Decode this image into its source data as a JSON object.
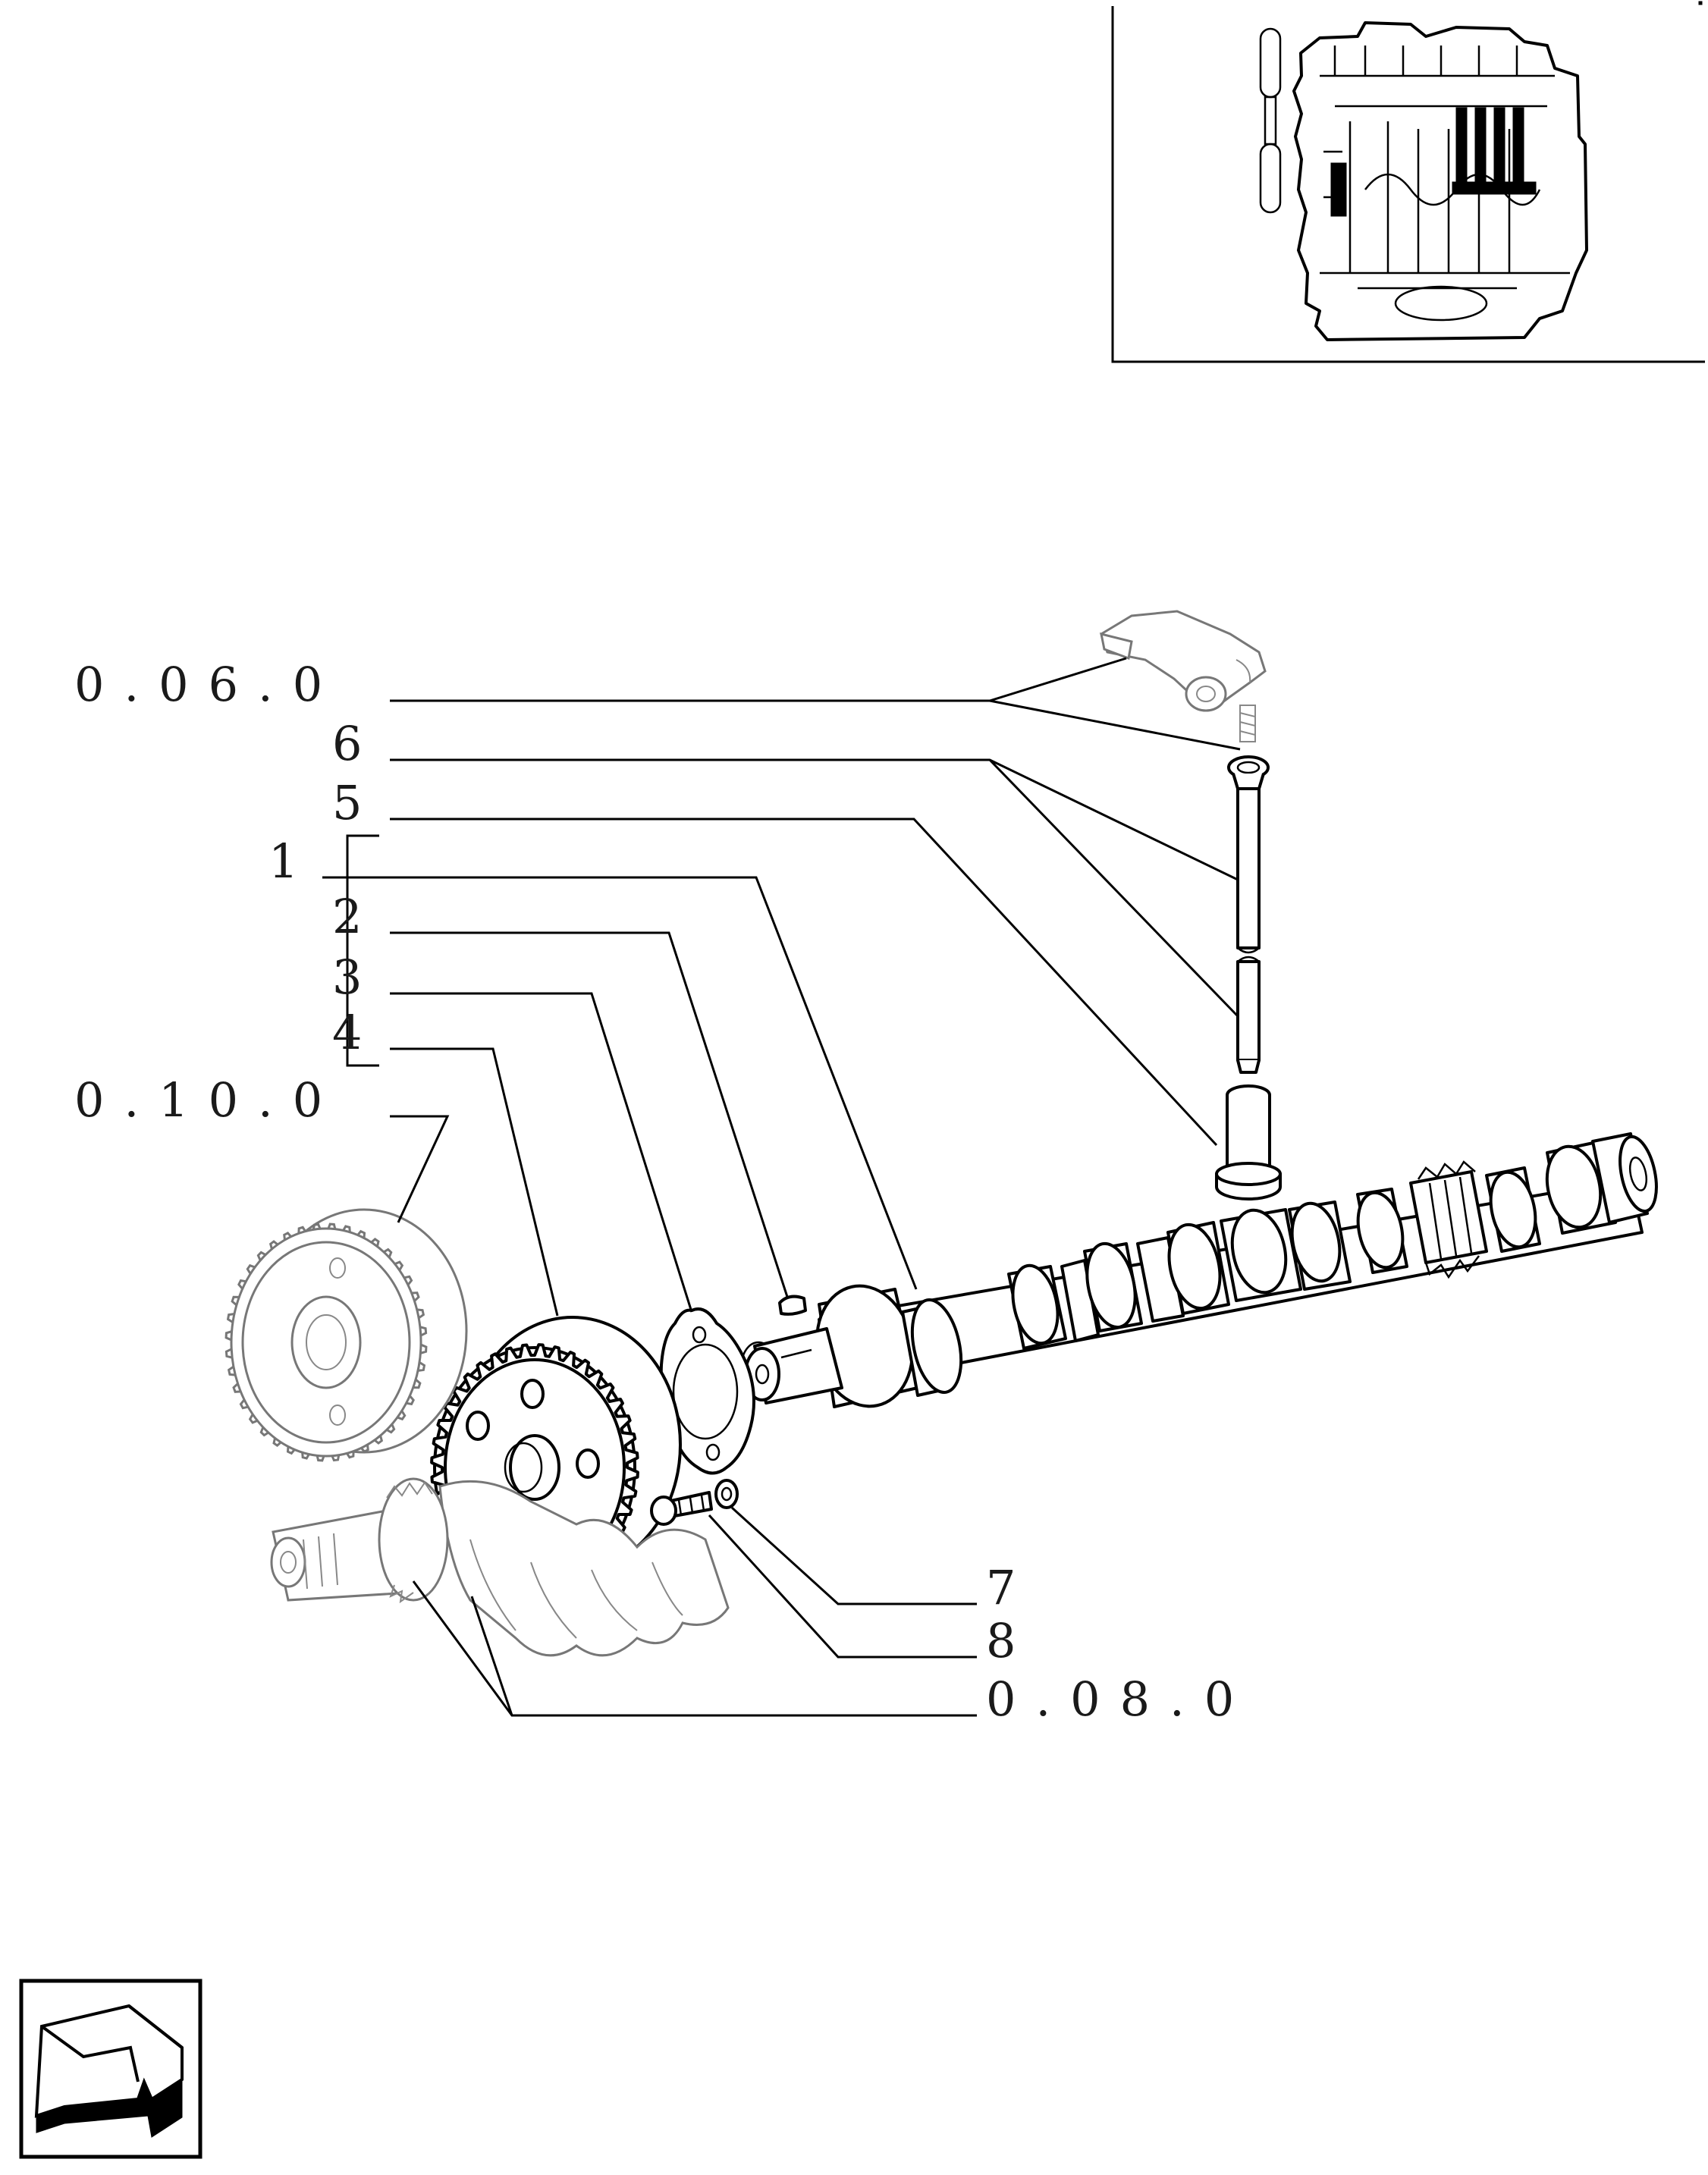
{
  "callouts": {
    "ref_rocker": "0.06.0",
    "item_6": "6",
    "item_5": "5",
    "item_1": "1",
    "item_2": "2",
    "item_3": "3",
    "item_4": "4",
    "ref_crank_gear": "0.10.0",
    "item_7": "7",
    "item_8": "8",
    "ref_crankshaft": "0.08.0"
  },
  "icons": {
    "thumbnail": "engine-cutaway-thumbnail-icon",
    "nav": "back-arrow-icon"
  }
}
